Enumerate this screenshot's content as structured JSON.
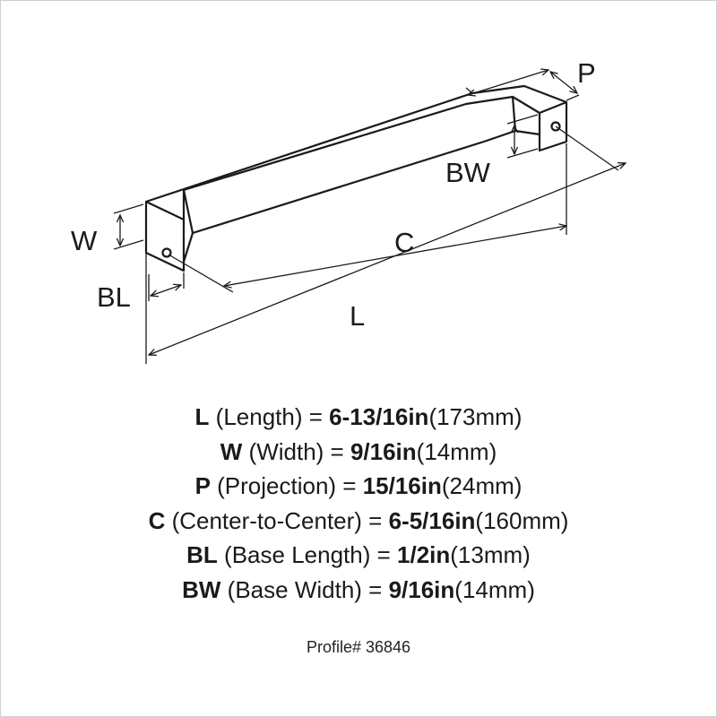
{
  "diagram": {
    "labels": {
      "P": "P",
      "BW": "BW",
      "W": "W",
      "C": "C",
      "BL": "BL",
      "L": "L"
    }
  },
  "specs": [
    {
      "abbr": "L",
      "name": " (Length) = ",
      "imperial": "6-13/16in",
      "metric": "(173mm)"
    },
    {
      "abbr": "W",
      "name": " (Width) = ",
      "imperial": "9/16in",
      "metric": "(14mm)"
    },
    {
      "abbr": "P",
      "name": " (Projection) = ",
      "imperial": "15/16in",
      "metric": "(24mm)"
    },
    {
      "abbr": "C",
      "name": " (Center-to-Center) = ",
      "imperial": "6-5/16in",
      "metric": "(160mm)"
    },
    {
      "abbr": "BL",
      "name": " (Base Length) = ",
      "imperial": "1/2in",
      "metric": "(13mm)"
    },
    {
      "abbr": "BW",
      "name": " (Base Width) = ",
      "imperial": "9/16in",
      "metric": "(14mm)"
    }
  ],
  "profile": "Profile# 36846"
}
